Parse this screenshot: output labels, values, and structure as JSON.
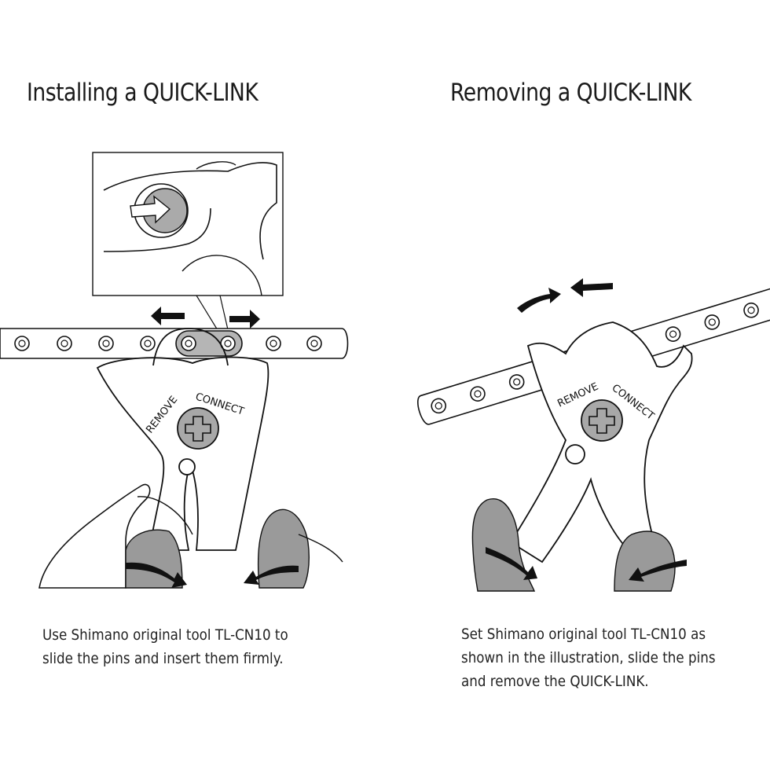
{
  "colors": {
    "ink": "#111111",
    "hand_gray": "#9a9a9a",
    "link_gray": "#b5b5b5",
    "screw_gray": "#a8a8a8",
    "paper": "#ffffff"
  },
  "installing": {
    "title": "Installing a QUICK-LINK",
    "tool_label_remove": "REMOVE",
    "tool_label_connect": "CONNECT",
    "caption_lines": [
      "Use Shimano original tool TL-CN10 to",
      "slide the pins and insert them firmly."
    ]
  },
  "removing": {
    "title": "Removing a QUICK-LINK",
    "tool_label_remove": "REMOVE",
    "tool_label_connect": "CONNECT",
    "caption_lines": [
      "Set Shimano original tool TL-CN10 as",
      "shown in the illustration, slide the pins",
      "and remove the QUICK-LINK."
    ]
  },
  "icons": {
    "arrow": "arrow-icon",
    "screw": "phillips-screw-icon",
    "chain": "bicycle-chain-icon"
  }
}
